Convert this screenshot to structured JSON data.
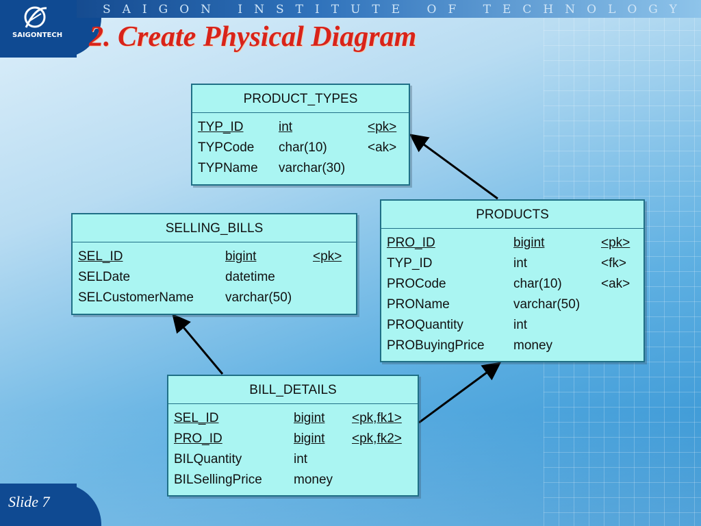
{
  "slide": {
    "institute": "SAIGON INSTITUTE OF TECHNOLOGY",
    "logo_text": "SAIGONTECH",
    "title": "2. Create Physical Diagram",
    "slide_label": "Slide 7"
  },
  "entities": {
    "product_types": {
      "name": "PRODUCT_TYPES",
      "rows": [
        {
          "col": "TYP_ID",
          "type": "int",
          "key": "<pk>",
          "underline": true
        },
        {
          "col": "TYPCode",
          "type": "char(10)",
          "key": "<ak>",
          "underline": false
        },
        {
          "col": "TYPName",
          "type": "varchar(30)",
          "key": "",
          "underline": false
        }
      ]
    },
    "selling_bills": {
      "name": "SELLING_BILLS",
      "rows": [
        {
          "col": "SEL_ID",
          "type": "bigint",
          "key": "<pk>",
          "underline": true
        },
        {
          "col": "SELDate",
          "type": "datetime",
          "key": "",
          "underline": false
        },
        {
          "col": "SELCustomerName",
          "type": "varchar(50)",
          "key": "",
          "underline": false
        }
      ]
    },
    "products": {
      "name": "PRODUCTS",
      "rows": [
        {
          "col": "PRO_ID",
          "type": "bigint",
          "key": "<pk>",
          "underline": true
        },
        {
          "col": "TYP_ID",
          "type": "int",
          "key": "<fk>",
          "underline": false
        },
        {
          "col": "PROCode",
          "type": "char(10)",
          "key": "<ak>",
          "underline": false
        },
        {
          "col": "PROName",
          "type": "varchar(50)",
          "key": "",
          "underline": false
        },
        {
          "col": "PROQuantity",
          "type": "int",
          "key": "",
          "underline": false
        },
        {
          "col": "PROBuyingPrice",
          "type": "money",
          "key": "",
          "underline": false
        }
      ]
    },
    "bill_details": {
      "name": "BILL_DETAILS",
      "rows": [
        {
          "col": "SEL_ID",
          "type": "bigint",
          "key": "<pk,fk1>",
          "underline": true
        },
        {
          "col": "PRO_ID",
          "type": "bigint",
          "key": "<pk,fk2>",
          "underline": true
        },
        {
          "col": "BILQuantity",
          "type": "int",
          "key": "",
          "underline": false
        },
        {
          "col": "BILSellingPrice",
          "type": "money",
          "key": "",
          "underline": false
        }
      ]
    }
  },
  "colors": {
    "title": "#d8231a",
    "entity_fill": "#aaf5f2",
    "entity_border": "#1f6f86",
    "connector": "#000000"
  }
}
